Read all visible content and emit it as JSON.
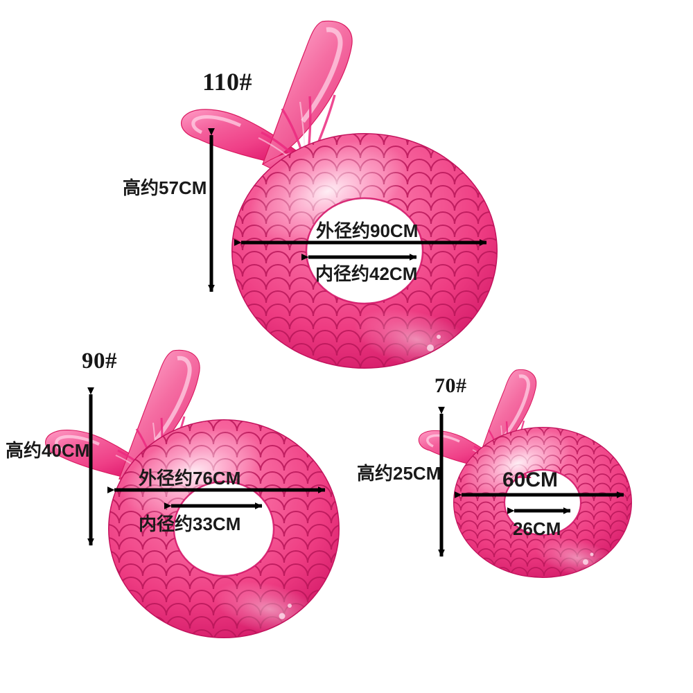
{
  "page": {
    "background_color": "#ffffff",
    "product": "inflatable mermaid tail swim ring",
    "text_color": "#1a1a1a"
  },
  "colors": {
    "ring_pink": "#f0569a",
    "ring_deep": "#e0186e",
    "scale_line": "#b81558",
    "tail_pink": "#f06ba6",
    "tail_magenta": "#ec2a80",
    "highlight": "#ffc4de",
    "arrow": "#000000"
  },
  "rings": [
    {
      "id": "110",
      "size_label": "110#",
      "height_label": "高约57CM",
      "outer_label": "外径约90CM",
      "inner_label": "内径约42CM"
    },
    {
      "id": "90",
      "size_label": "90#",
      "height_label": "高约40CM",
      "outer_label": "外径约76CM",
      "inner_label": "内径约33CM"
    },
    {
      "id": "70",
      "size_label": "70#",
      "height_label": "高约25CM",
      "outer_label": "60CM",
      "inner_label": "26CM"
    }
  ]
}
